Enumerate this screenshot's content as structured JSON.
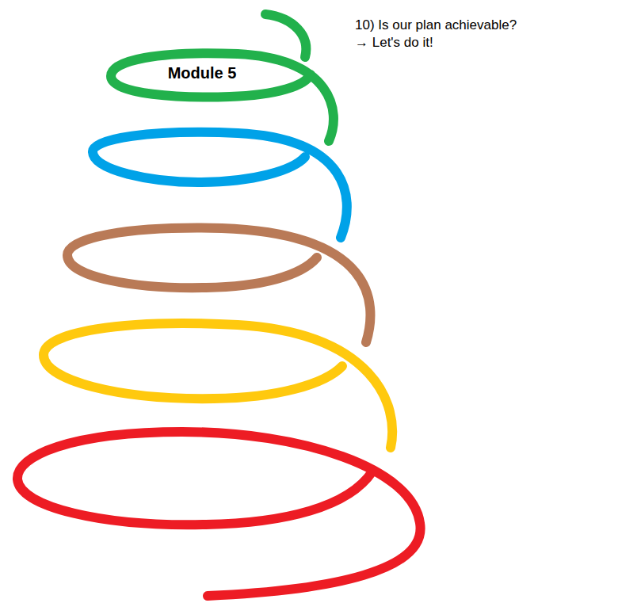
{
  "diagram": {
    "labels": [
      "Module 5",
      "10) Is our plan achievable?",
      "→ Let's do it!"
    ]
  }
}
